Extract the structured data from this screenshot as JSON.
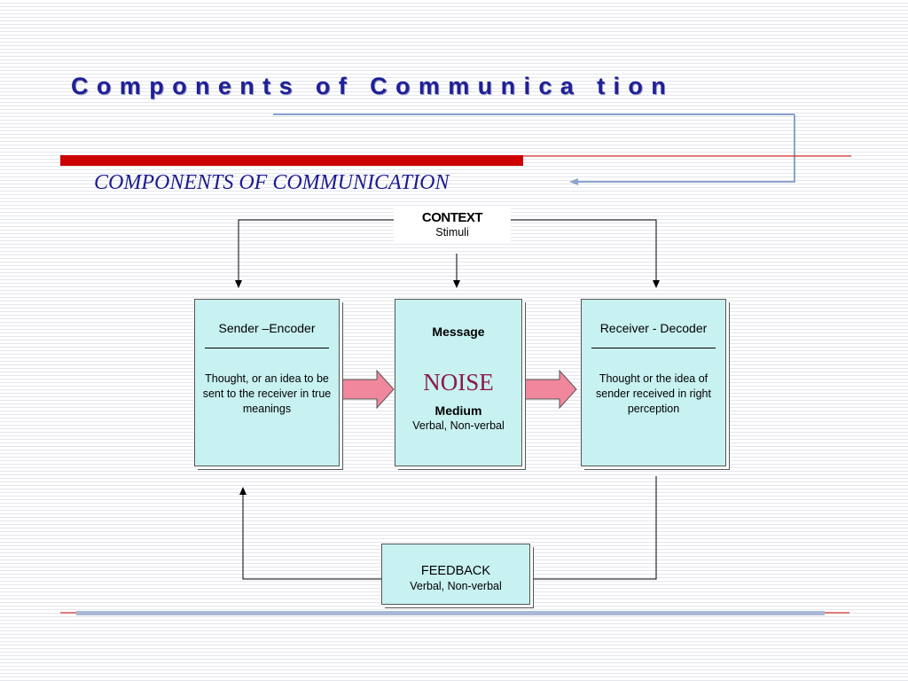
{
  "slide": {
    "title": "Components of Communica tion",
    "subtitle": "COMPONENTS OF COMMUNICATION"
  },
  "diagram": {
    "context": {
      "label": "CONTEXT",
      "sublabel": "Stimuli"
    },
    "sender": {
      "label": "Sender –Encoder",
      "description": "Thought, or an idea  to be sent to the receiver in true meanings"
    },
    "message": {
      "label": "Message",
      "noise": "NOISE",
      "medium_label": "Medium",
      "medium_types": "Verbal, Non-verbal"
    },
    "receiver": {
      "label": "Receiver - Decoder",
      "description": "Thought or the idea of sender received in right perception"
    },
    "feedback": {
      "label": "FEEDBACK",
      "sublabel": "Verbal, Non-verbal"
    }
  },
  "colors": {
    "title": "#1f1f9a",
    "accent_red": "#cc0000",
    "box_fill": "#c8f1f1",
    "flow_arrow": "#f0879c",
    "noise": "#8b1a4a",
    "connector_blue": "#8aa4cc"
  }
}
